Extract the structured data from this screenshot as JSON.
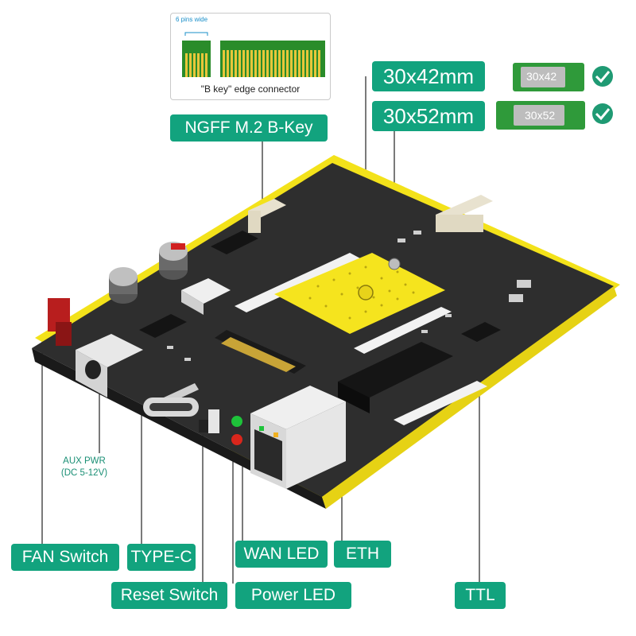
{
  "inset": {
    "top_text": "6 pins wide",
    "bottom_text": "\"B key\" edge connector"
  },
  "labels": {
    "ngff": "NGFF M.2 B-Key",
    "size_42": "30x42mm",
    "size_52": "30x52mm",
    "aux_pwr_line1": "AUX PWR",
    "aux_pwr_line2": "(DC 5-12V)",
    "fan_switch": "FAN Switch",
    "type_c": "TYPE-C",
    "wan_led": "WAN LED",
    "eth": "ETH",
    "reset_switch": "Reset Switch",
    "power_led": "Power  LED",
    "ttl": "TTL"
  },
  "cards": {
    "card_42": "30x42",
    "card_52": "30x52"
  },
  "colors": {
    "accent": "#12a37e",
    "board": "#2b2b2b",
    "gold": "#f3e21a",
    "check": "#1f9a73"
  }
}
